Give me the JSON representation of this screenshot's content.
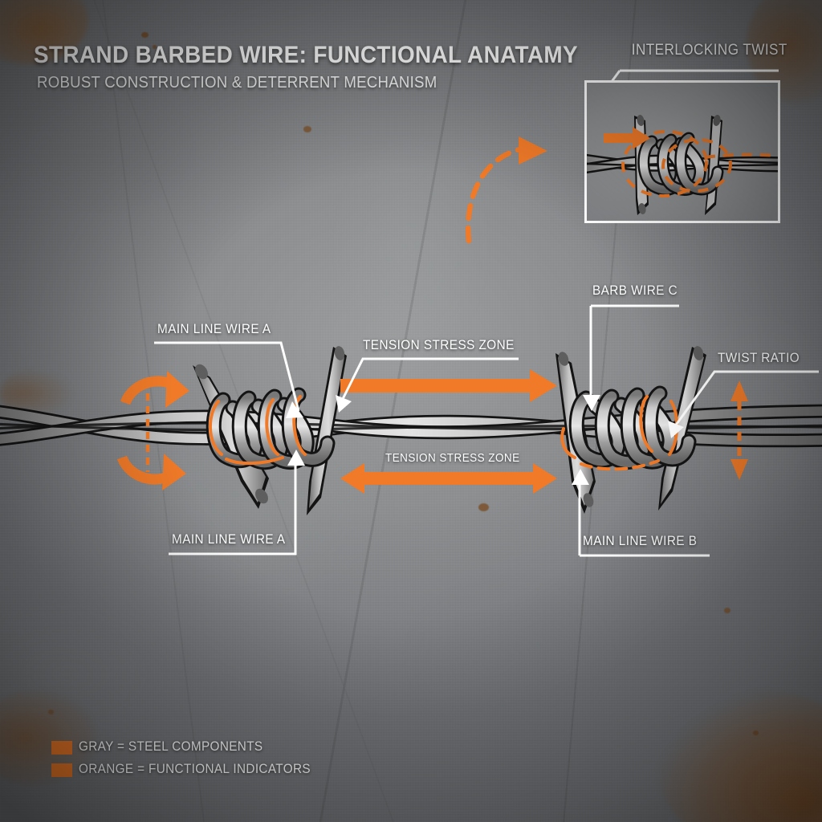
{
  "header": {
    "title": "STRAND BARBED WIRE: FUNCTIONAL ANATAMY",
    "subtitle": "ROBUST CONSTRUCTION & DETERRENT MECHANISM"
  },
  "inset": {
    "title": "INTERLOCKING TWIST"
  },
  "labels": {
    "main_line_wire_a_top": "MAIN LINE WIRE A",
    "tension_stress_zone_top": "TENSION STRESS ZONE",
    "barb_wire_c": "BARB WIRE C",
    "twist_ratio": "TWIST RATIO",
    "main_line_wire_a_bottom": "MAIN LINE WIRE A",
    "tension_stress_zone_bottom": "TENSION STRESS ZONE",
    "main_line_wire_b": "MAIN LINE WIRE B"
  },
  "legend": {
    "items": [
      {
        "swatch_color": "#F07A28",
        "text": "GRAY = STEEL COMPONENTS"
      },
      {
        "swatch_color": "#F07A28",
        "text": "ORANGE = FUNCTIONAL INDICATORS"
      }
    ]
  },
  "colors": {
    "accent_orange": "#F07A28",
    "label_white": "#FFFFFF",
    "steel_light": "#D8D8D8",
    "steel_mid": "#9A9A9A",
    "steel_dark": "#6E6E6E",
    "outline_black": "#141414",
    "background_gray": "#8C8E90",
    "rust_brown": "#8B5A2B"
  }
}
